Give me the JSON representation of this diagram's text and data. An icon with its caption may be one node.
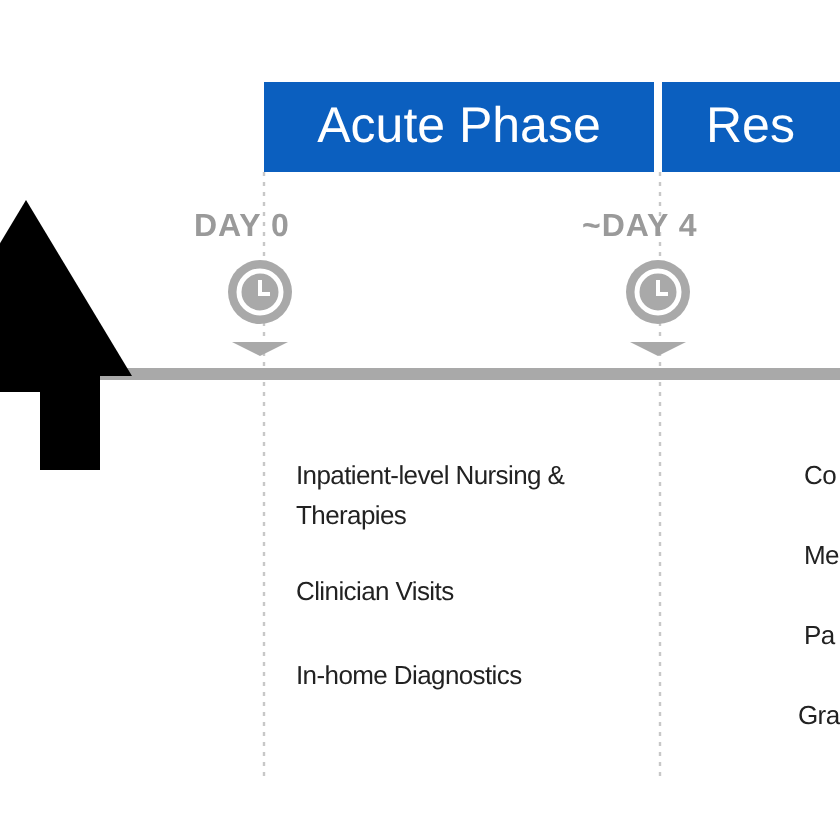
{
  "diagram": {
    "nodes": [
      {
        "text": [
          "Acute Phase"
        ]
      },
      {
        "text": [
          "Res"
        ]
      }
    ],
    "edges": [],
    "labels": [
      "DAY 0",
      "~DAY 4",
      "Inpatient-level Nursing & Therapies",
      "Co",
      "Me",
      "Clinician Visits",
      "Pa",
      "In-home Diagnostics",
      "Gra"
    ]
  }
}
